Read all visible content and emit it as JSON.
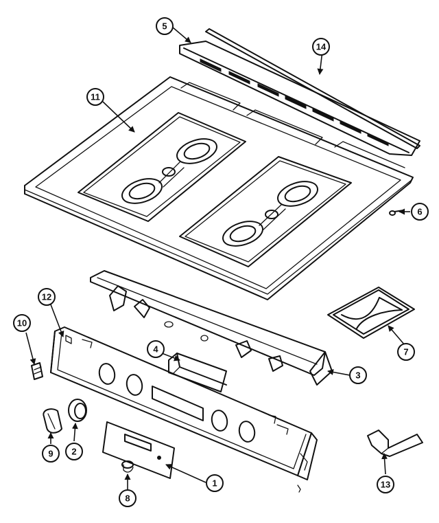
{
  "callouts": [
    {
      "id": "c5",
      "label": "5"
    },
    {
      "id": "c14",
      "label": "14"
    },
    {
      "id": "c11",
      "label": "11"
    },
    {
      "id": "c6",
      "label": "6"
    },
    {
      "id": "c7",
      "label": "7"
    },
    {
      "id": "c12",
      "label": "12"
    },
    {
      "id": "c10",
      "label": "10"
    },
    {
      "id": "c4",
      "label": "4"
    },
    {
      "id": "c3",
      "label": "3"
    },
    {
      "id": "c9",
      "label": "9"
    },
    {
      "id": "c2",
      "label": "2"
    },
    {
      "id": "c1",
      "label": "1"
    },
    {
      "id": "c8",
      "label": "8"
    },
    {
      "id": "c13",
      "label": "13"
    }
  ]
}
